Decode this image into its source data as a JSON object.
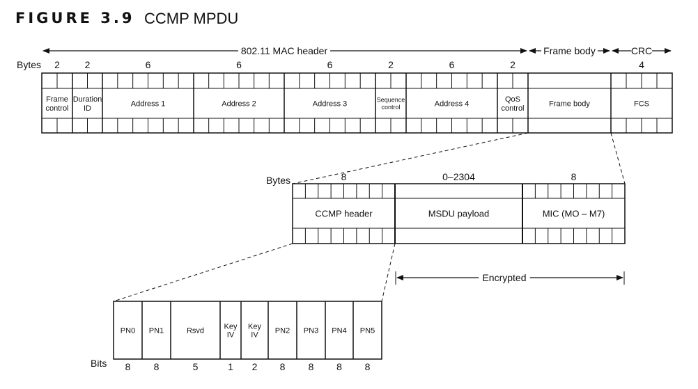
{
  "figure": {
    "label": "FIGURE 3.9",
    "title": "CCMP MPDU"
  },
  "mac_frame": {
    "bytes_label": "Bytes",
    "spans": [
      {
        "label": "802.11 MAC header",
        "from": 0,
        "to": 8
      },
      {
        "label": "Frame body",
        "from": 8,
        "to": 9
      },
      {
        "label": "CRC",
        "from": 9,
        "to": 10
      }
    ],
    "fields": [
      {
        "name": "Frame control",
        "lines": [
          "Frame",
          "control"
        ],
        "bytes": "2",
        "cells": 2
      },
      {
        "name": "Duration ID",
        "lines": [
          "Duration",
          "ID"
        ],
        "bytes": "2",
        "cells": 2
      },
      {
        "name": "Address 1",
        "lines": [
          "Address 1"
        ],
        "bytes": "6",
        "cells": 6
      },
      {
        "name": "Address 2",
        "lines": [
          "Address 2"
        ],
        "bytes": "6",
        "cells": 6
      },
      {
        "name": "Address 3",
        "lines": [
          "Address 3"
        ],
        "bytes": "6",
        "cells": 6
      },
      {
        "name": "Sequence control",
        "lines": [
          "Sequence",
          "control"
        ],
        "bytes": "2",
        "cells": 2
      },
      {
        "name": "Address 4",
        "lines": [
          "Address 4"
        ],
        "bytes": "6",
        "cells": 6
      },
      {
        "name": "QoS control",
        "lines": [
          "QoS",
          "control"
        ],
        "bytes": "2",
        "cells": 2
      },
      {
        "name": "Frame body",
        "lines": [
          "Frame body"
        ],
        "bytes": "",
        "cells": 0
      },
      {
        "name": "FCS",
        "lines": [
          "FCS"
        ],
        "bytes": "4",
        "cells": 4
      }
    ]
  },
  "ccmp_frame": {
    "bytes_label": "Bytes",
    "fields": [
      {
        "name": "CCMP header",
        "bytes": "8",
        "cells": 8
      },
      {
        "name": "MSDU payload",
        "bytes": "0–2304",
        "cells": 0
      },
      {
        "name": "MIC (MO – M7)",
        "bytes": "8",
        "cells": 8
      }
    ],
    "encrypted_label": "Encrypted"
  },
  "ccmp_header": {
    "bits_label": "Bits",
    "fields": [
      {
        "lines": [
          "PN0"
        ],
        "bits": "8"
      },
      {
        "lines": [
          "PN1"
        ],
        "bits": "8"
      },
      {
        "lines": [
          "Rsvd"
        ],
        "bits": "5"
      },
      {
        "lines": [
          "Key",
          "IV"
        ],
        "bits": "1"
      },
      {
        "lines": [
          "Key",
          "IV"
        ],
        "bits": "2"
      },
      {
        "lines": [
          "PN2"
        ],
        "bits": "8"
      },
      {
        "lines": [
          "PN3"
        ],
        "bits": "8"
      },
      {
        "lines": [
          "PN4"
        ],
        "bits": "8"
      },
      {
        "lines": [
          "PN5"
        ],
        "bits": "8"
      }
    ]
  }
}
